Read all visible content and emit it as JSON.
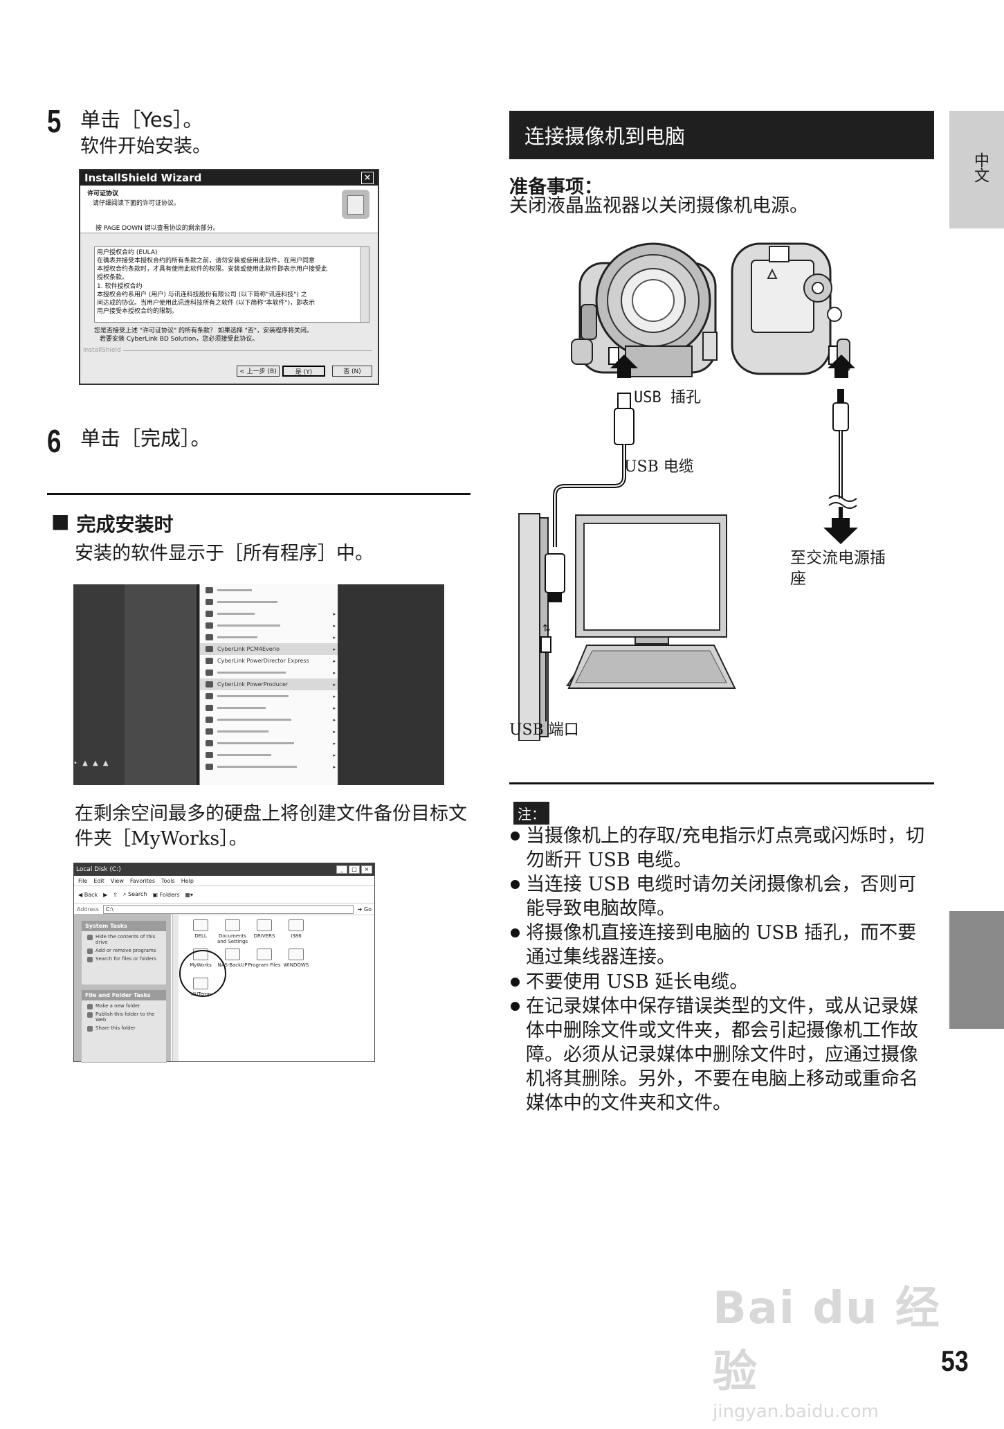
{
  "left": {
    "step5": {
      "number": "5",
      "title": "单击［Yes］。",
      "subtitle": "软件开始安装。"
    },
    "installshield": {
      "title": "InstallShield Wizard",
      "close_icon": "×",
      "heading": "许可证协议",
      "subheading": "请仔细阅读下面的许可证协议。",
      "pagedown_hint": "按 PAGE DOWN 键以查看协议的剩余部分。",
      "eula_lines": [
        "用户授权合约 (EULA)",
        "在确表并接受本授权合约的所有条款之前，请勿安装或使用此软件。在用户同意",
        "本授权合约条款时，才具有使用此软件的权限。安装或使用此软件即表示用户接受此",
        "授权条款。",
        "1. 软件授权合约",
        "本授权合约系用户 (用户) 与讯连科技股份有限公司 (以下简称\"讯连科技\") 之",
        "间达成的协议。当用户使用此讯连科技所有之软件 (以下简称\"本软件\")，即表示",
        "用户接受本授权合约的限制。"
      ],
      "question": "您是否接受上述 \"许可证协议\" 的所有条款？ 如果选择 \"否\"，安装程序将关闭。",
      "question2": "若要安装 CyberLink BD Solution，您必须接受此协议。",
      "footer": "InstallShield",
      "buttons": {
        "back": "< 上一步 (B)",
        "yes": "是 (Y)",
        "no": "否 (N)"
      }
    },
    "step6": {
      "number": "6",
      "title": "单击［完成］。"
    },
    "section": {
      "bullet": "■",
      "title": "完成安装时",
      "text": "安装的软件显示于［所有程序］中。"
    },
    "start_menu": {
      "items": [
        {
          "label": "",
          "highlight": false,
          "arrow": false
        },
        {
          "label": "",
          "highlight": false,
          "arrow": false
        },
        {
          "label": "",
          "highlight": false,
          "arrow": true
        },
        {
          "label": "",
          "highlight": false,
          "arrow": true
        },
        {
          "label": "",
          "highlight": false,
          "arrow": true
        },
        {
          "label": "CyberLink PCM4Everio",
          "highlight": true,
          "arrow": true
        },
        {
          "label": "CyberLink PowerDirector Express",
          "highlight": false,
          "arrow": true
        },
        {
          "label": "",
          "highlight": false,
          "arrow": true
        },
        {
          "label": "CyberLink PowerProducer",
          "highlight": true,
          "arrow": true
        },
        {
          "label": "",
          "highlight": false,
          "arrow": true
        },
        {
          "label": "",
          "highlight": false,
          "arrow": true
        },
        {
          "label": "",
          "highlight": false,
          "arrow": true
        },
        {
          "label": "",
          "highlight": false,
          "arrow": true
        },
        {
          "label": "",
          "highlight": false,
          "arrow": true
        },
        {
          "label": "",
          "highlight": false,
          "arrow": true
        },
        {
          "label": "",
          "highlight": false,
          "arrow": true
        }
      ]
    },
    "backup_text": "在剩余空间最多的硬盘上将创建文件备份目标文件夹［MyWorks］。",
    "explorer": {
      "title": "Local Disk (C:)",
      "menu": [
        "File",
        "Edit",
        "View",
        "Favorites",
        "Tools",
        "Help"
      ],
      "toolbar": {
        "back": "Back",
        "search": "Search",
        "folders": "Folders"
      },
      "address_label": "Address",
      "address_value": "C:\\",
      "go": "Go",
      "system_tasks": "System Tasks",
      "system_task_items": [
        "Hide the contents of this drive",
        "Add or remove programs",
        "Search for files or folders"
      ],
      "file_tasks": "File and Folder Tasks",
      "file_task_items": [
        "Make a new folder",
        "Publish this folder to the Web",
        "Share this folder"
      ],
      "folders": [
        "DELL",
        "Documents and Settings",
        "DRIVERS",
        "I386",
        "MyWorks",
        "NAS-BackUP",
        "Program Files",
        "WINDOWS",
        "VAITemp"
      ]
    }
  },
  "right": {
    "section_title": "连接摄像机到电脑",
    "prep_title": "准备事项：",
    "prep_text": "关闭液晶监视器以关闭摄像机电源。",
    "diagram_labels": {
      "usb_jack": "USB 插孔",
      "usb_cable": "USB 电缆",
      "ac_outlet": "至交流电源插座",
      "usb_port": "USB 端口"
    },
    "note_label": "注：",
    "notes": [
      "当摄像机上的存取/充电指示灯点亮或闪烁时，切勿断开 USB 电缆。",
      "当连接 USB 电缆时请勿关闭摄像机会，否则可能导致电脑故障。",
      "将摄像机直接连接到电脑的 USB 插孔，而不要通过集线器连接。",
      "不要使用 USB 延长电缆。",
      "在记录媒体中保存错误类型的文件，或从记录媒体中删除文件或文件夹，都会引起摄像机工作故障。必须从记录媒体中删除文件时，应通过摄像机将其删除。另外，不要在电脑上移动或重命名媒体中的文件夹和文件。"
    ]
  },
  "sidebar": {
    "lang_tab": "中文"
  },
  "watermark": {
    "brand": "Bai du 经验",
    "url": "jingyan.baidu.com"
  },
  "page_number": "53",
  "colors": {
    "section_bar": "#1f1f1f",
    "side_tab": "#cfcfcf",
    "side_tab_dark": "#8a8a8a"
  }
}
